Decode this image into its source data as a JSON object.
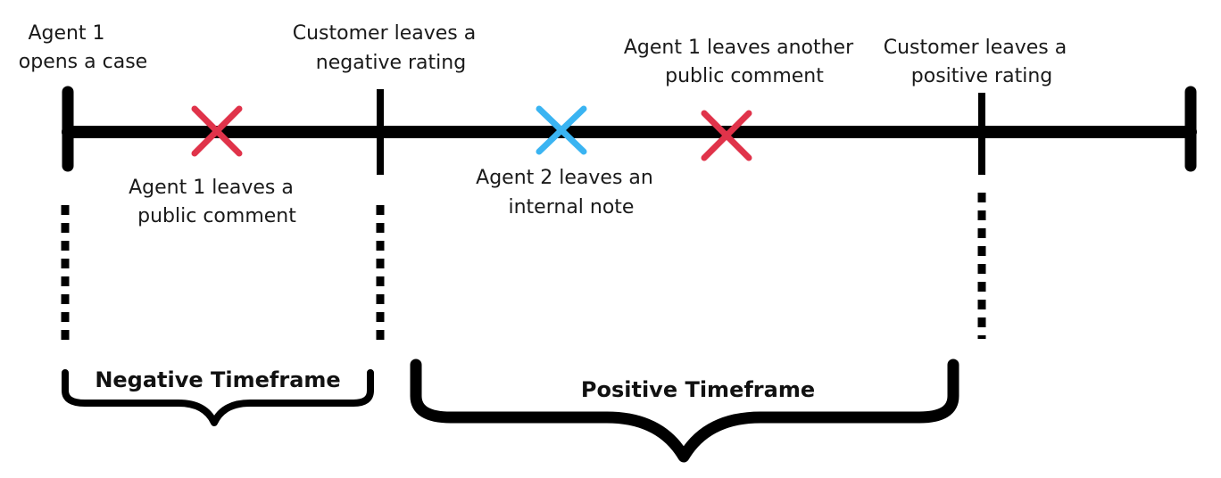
{
  "events": {
    "agent1_open": {
      "line1": "Agent 1",
      "line2": "opens a case"
    },
    "customer_negative": {
      "line1": "Customer leaves a",
      "line2": "negative rating"
    },
    "agent1_another": {
      "line1": "Agent 1 leaves another",
      "line2": "public comment"
    },
    "customer_positive": {
      "line1": "Customer leaves a",
      "line2": "positive rating"
    },
    "agent1_comment": {
      "line1": "Agent 1 leaves a",
      "line2": "public comment"
    },
    "agent2_note": {
      "line1": "Agent 2 leaves an",
      "line2": "internal note"
    }
  },
  "timeframes": {
    "negative": "Negative Timeframe",
    "positive": "Positive Timeframe"
  },
  "colors": {
    "line": "#000000",
    "public_comment_marker": "#e0334a",
    "internal_note_marker": "#3ab4f2"
  }
}
